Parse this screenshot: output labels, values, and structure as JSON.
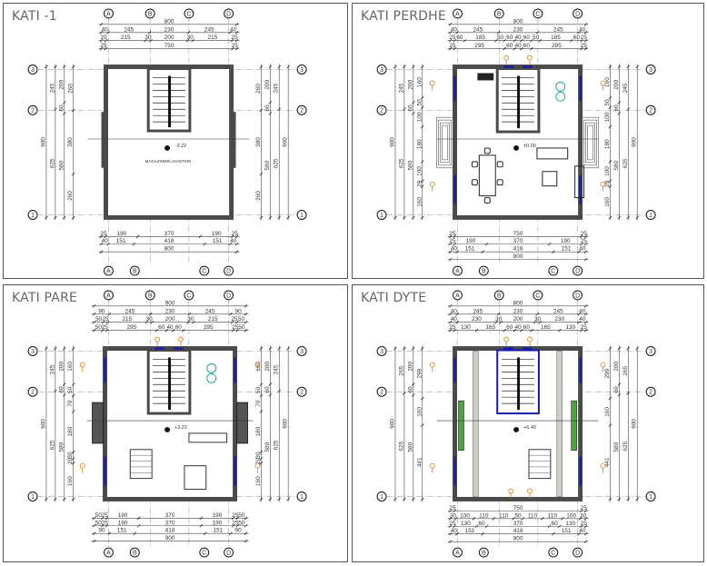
{
  "panels": [
    {
      "title": "KATI -1",
      "cols_top": [
        "A",
        "B",
        "C",
        "D"
      ],
      "cols_bottom": [
        "A",
        "B",
        "C",
        "D"
      ],
      "rows": [
        "3",
        "2",
        "1"
      ],
      "dims_top": [
        [
          800
        ],
        [
          40,
          245,
          230,
          245,
          40
        ],
        [
          25,
          215,
          30,
          200,
          30,
          215,
          25
        ],
        [
          25,
          750,
          25
        ]
      ],
      "dims_bottom": [
        [
          25,
          190,
          370,
          190,
          25
        ],
        [
          40,
          151,
          418,
          151,
          40
        ],
        [
          800
        ]
      ],
      "dims_left": [
        [
          900
        ],
        [
          245,
          625
        ],
        [
          200,
          60,
          580
        ],
        [
          260,
          380,
          260
        ]
      ],
      "dims_right": [
        [
          260,
          380,
          260
        ],
        [
          200,
          60,
          580
        ],
        [
          245,
          625
        ],
        [
          900
        ]
      ],
      "room_label": "MAGAZINIM/LAVANTERI",
      "level": "-3.22"
    },
    {
      "title": "KATI PERDHE",
      "cols_top": [
        "A",
        "B",
        "C",
        "D"
      ],
      "cols_bottom": [
        "A",
        "B",
        "C",
        "D"
      ],
      "rows": [
        "3",
        "2",
        "1"
      ],
      "dims_top": [
        [
          800
        ],
        [
          40,
          245,
          230,
          245,
          40
        ],
        [
          25,
          60,
          185,
          50,
          60,
          40,
          60,
          50,
          185,
          60,
          25
        ],
        [
          25,
          295,
          60,
          40,
          60,
          295,
          25
        ]
      ],
      "dims_bottom": [
        [
          25,
          750,
          25
        ],
        [
          25,
          190,
          370,
          190,
          25
        ],
        [
          40,
          151,
          418,
          151,
          40
        ],
        [
          800
        ]
      ],
      "dims_left": [
        [
          900
        ],
        [
          245,
          625
        ],
        [
          200,
          60,
          580
        ],
        [
          160,
          50,
          100,
          180,
          100,
          29,
          160
        ]
      ],
      "dims_right": [
        [
          160,
          50,
          100,
          180,
          100,
          29,
          160
        ],
        [
          200,
          60,
          580
        ],
        [
          245,
          625
        ],
        [
          900
        ]
      ],
      "room_label": "",
      "level": "±0.00"
    },
    {
      "title": "KATI PARE",
      "cols_top": [
        "A",
        "B",
        "C",
        "D"
      ],
      "cols_bottom": [
        "A",
        "B",
        "C",
        "D"
      ],
      "rows": [
        "3",
        "2",
        "1"
      ],
      "dims_top": [
        [
          900
        ],
        [
          90,
          245,
          230,
          245,
          90
        ],
        [
          50,
          25,
          215,
          30,
          200,
          30,
          215,
          25,
          50
        ],
        [
          50,
          25,
          295,
          60,
          40,
          60,
          295,
          25,
          50
        ]
      ],
      "dims_bottom": [
        [
          50,
          25,
          190,
          370,
          190,
          25,
          50
        ],
        [
          50,
          25,
          190,
          370,
          190,
          25,
          50
        ],
        [
          90,
          151,
          418,
          151,
          90
        ],
        [
          900
        ]
      ],
      "dims_left": [
        [
          900
        ],
        [
          245,
          625
        ],
        [
          200,
          60,
          580
        ],
        [
          160,
          50,
          70,
          180,
          30,
          20,
          160
        ]
      ],
      "dims_right": [
        [
          160,
          50,
          70,
          180,
          30,
          20,
          160
        ],
        [
          200,
          60,
          580
        ],
        [
          245,
          625
        ],
        [
          900
        ]
      ],
      "room_label": "",
      "level": "+3.22"
    },
    {
      "title": "KATI DYTE",
      "cols_top": [
        "A",
        "B",
        "C",
        "D"
      ],
      "cols_bottom": [
        "A",
        "B",
        "C",
        "D"
      ],
      "rows": [
        "3",
        "2",
        "1"
      ],
      "dims_top": [
        [
          800
        ],
        [
          40,
          245,
          230,
          245,
          40
        ],
        [
          40,
          230,
          30,
          200,
          30,
          230,
          40
        ],
        [
          25,
          130,
          165,
          60,
          40,
          60,
          165,
          130,
          25
        ]
      ],
      "dims_bottom": [
        [
          25,
          750,
          25
        ],
        [
          30,
          100,
          110,
          110,
          50,
          110,
          110,
          100,
          30
        ],
        [
          25,
          130,
          60,
          370,
          60,
          130,
          25
        ],
        [
          40,
          151,
          418,
          151,
          40
        ],
        [
          800
        ]
      ],
      "dims_left": [
        [
          900
        ],
        [
          265,
          625
        ],
        [
          200,
          60,
          580
        ],
        [
          299,
          160,
          441
        ]
      ],
      "dims_right": [
        [
          299,
          160,
          441
        ],
        [
          200,
          60,
          580
        ],
        [
          265,
          625
        ],
        [
          900
        ]
      ],
      "room_label": "",
      "level": "+6.40"
    }
  ],
  "colors": {
    "wall": "#4a4a4a",
    "window": "#1a1aa8",
    "marker": "#e08a1e",
    "sanitary": "#2aa6a0",
    "planter": "#4aa83a",
    "border": "#555555"
  }
}
